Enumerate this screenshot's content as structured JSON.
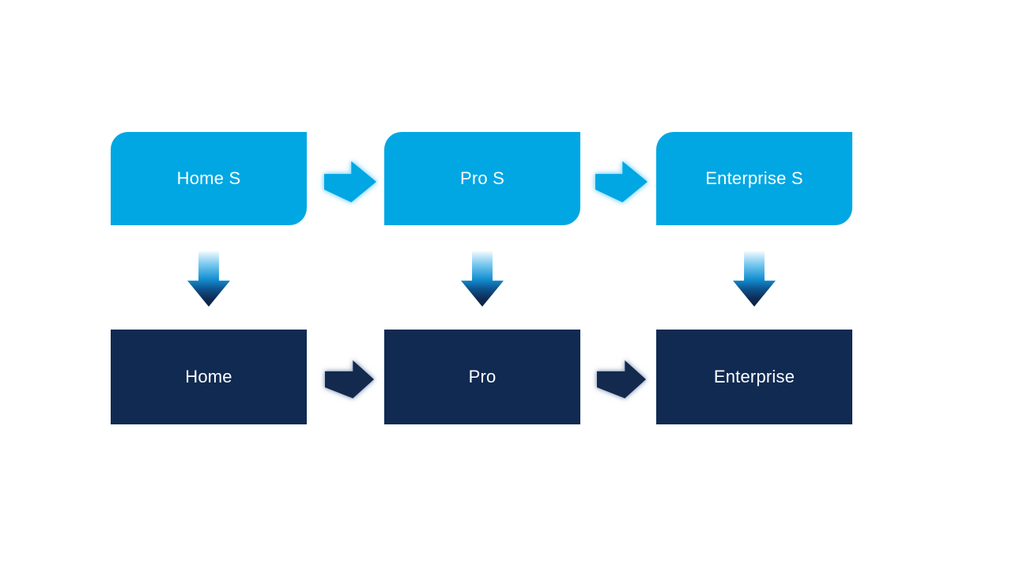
{
  "diagram": {
    "type": "process-upgrade-flow",
    "background": "#FFFFFF",
    "colors": {
      "top_fill": "#00A7E3",
      "dark_fill": "#102A52",
      "node_text": "#FFFFFF",
      "light_arrow": "#00A7E3",
      "light_arrow_glow": "#8FD8F6",
      "dark_arrow": "#13294E",
      "dark_arrow_glow": "#8C9FB8",
      "down_top": "#F2FAFE",
      "down_light": "#7FCBF1",
      "down_mid": "#1590D2",
      "down_deep": "#0D548F",
      "down_bottom": "#0C2244"
    },
    "top_row": [
      {
        "label": "Home S"
      },
      {
        "label": "Pro S"
      },
      {
        "label": "Enterprise S"
      }
    ],
    "bottom_row": [
      {
        "label": "Home"
      },
      {
        "label": "Pro"
      },
      {
        "label": "Enterprise"
      }
    ],
    "icons": {
      "right_arrow": "right-arrow-icon",
      "down_arrow": "down-arrow-icon"
    }
  }
}
